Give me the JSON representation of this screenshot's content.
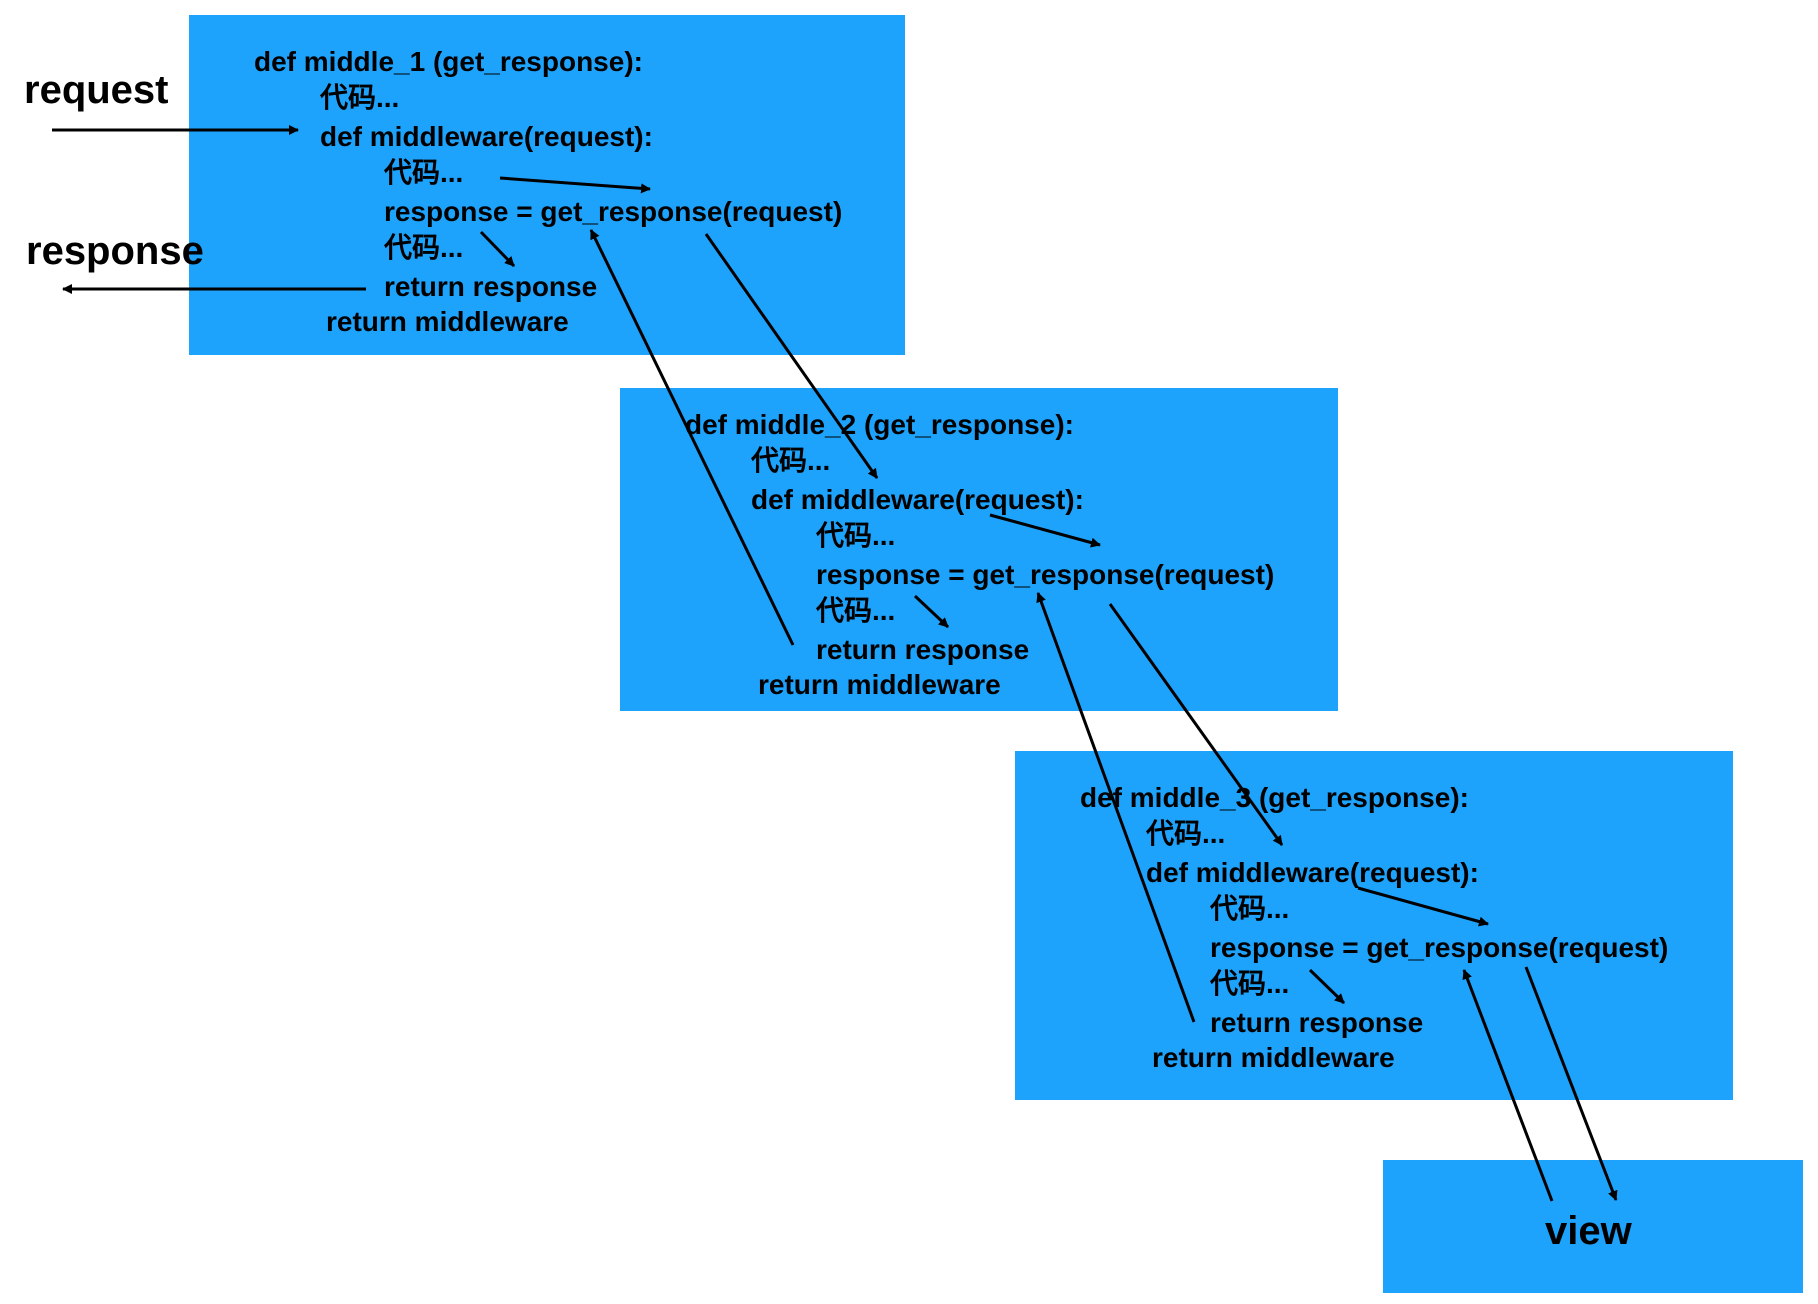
{
  "labels": {
    "request": "request",
    "response": "response",
    "view": "view"
  },
  "boxes": [
    {
      "def": "def  middle_1 (get_response):",
      "code1": "代码...",
      "inner_def": "def middleware(request):",
      "code2": "代码...",
      "call": "response = get_response(request)",
      "code3": "代码...",
      "ret_response": "return response",
      "ret_middleware": "return middleware"
    },
    {
      "def": "def  middle_2 (get_response):",
      "code1": "代码...",
      "inner_def": "def middleware(request):",
      "code2": "代码...",
      "call": "response = get_response(request)",
      "code3": "代码...",
      "ret_response": "return response",
      "ret_middleware": "return middleware"
    },
    {
      "def": "def  middle_3 (get_response):",
      "code1": "代码...",
      "inner_def": "def middleware(request):",
      "code2": "代码...",
      "call": "response = get_response(request)",
      "code3": "代码...",
      "ret_response": "return response",
      "ret_middleware": "return middleware"
    }
  ],
  "colors": {
    "box_fill": "#1ea3fd",
    "arrow": "#000000"
  }
}
